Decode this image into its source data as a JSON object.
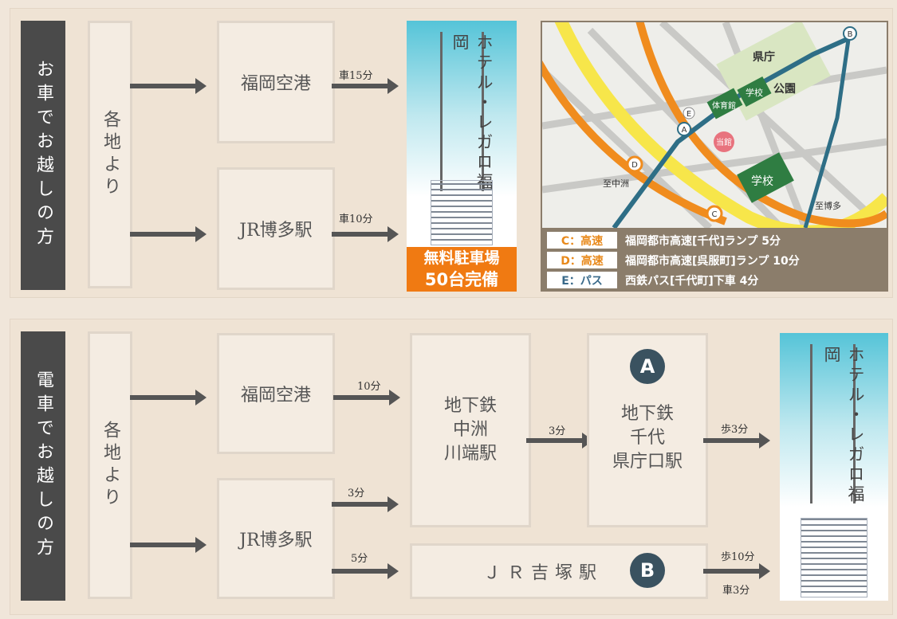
{
  "car": {
    "label": "お車でお越しの方",
    "origin": "各地より",
    "airport": "福岡空港",
    "jr": "JR博多駅",
    "t_airport": "車15分",
    "t_jr": "車10分",
    "hotel_name": "ホテル・レガロ福岡",
    "parking_line1": "無料駐車場",
    "parking_line2": "50台完備"
  },
  "map": {
    "labels": {
      "pref_office": "県庁",
      "park": "公園",
      "school1": "学校",
      "gym": "体育館",
      "hotel": "当館",
      "school2": "学校",
      "to_nakasu": "至中洲",
      "to_hakata": "至博多"
    },
    "markers": [
      "A",
      "B",
      "C",
      "D",
      "E"
    ],
    "legend": [
      {
        "tag": "C：高速",
        "text": "福岡都市高速[千代]ランプ 5分",
        "color": "#e8891b"
      },
      {
        "tag": "D：高速",
        "text": "福岡都市高速[呉服町]ランプ 10分",
        "color": "#e8891b"
      },
      {
        "tag": "E：パス",
        "text": "西鉄パス[千代町]下車 4分",
        "color": "#3a6a8a"
      }
    ],
    "colors": {
      "expressway": "#f08c1e",
      "rail": "#2e6e86",
      "park": "#d9e6c2",
      "school": "#2f7d42",
      "hotel": "#e8737e"
    }
  },
  "train": {
    "label": "電車でお越しの方",
    "origin": "各地より",
    "airport": "福岡空港",
    "jr": "JR博多駅",
    "t_airport": "10分",
    "subway_nakasu": "地下鉄\n中洲\n川端駅",
    "t_nakasu": "3分",
    "badge_a": "A",
    "subway_chiyo": "地下鉄\n千代\n県庁口駅",
    "t_walk_a": "歩3分",
    "t_jr_up": "3分",
    "t_jr_down": "5分",
    "yoshizuka": "ＪＲ吉塚駅",
    "badge_b": "B",
    "t_walk_b": "歩10分",
    "t_car_b": "車3分",
    "hotel_name": "ホテル・レガロ福岡"
  }
}
